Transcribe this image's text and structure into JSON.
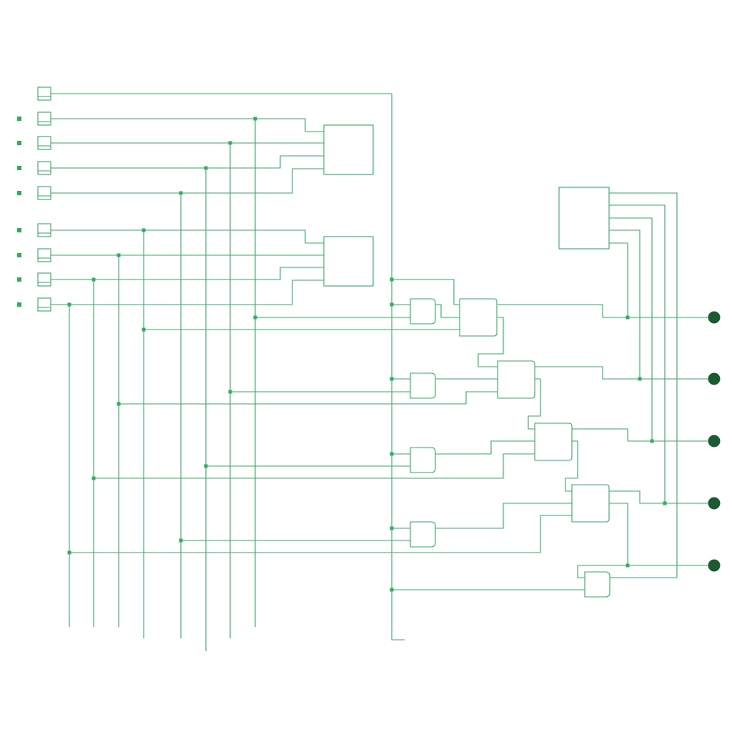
{
  "colors": {
    "wire": "#2fae5f",
    "junction": "#2fae5f",
    "output_led": "#1a5c30",
    "background": "#ffffff"
  },
  "icons": {
    "input_pin": "input-pin-icon",
    "output_led": "led-output-icon",
    "junction": "junction-dot-icon"
  },
  "circuit": {
    "input_pin_count": 9,
    "output_count": 5,
    "and_gate_count": 5,
    "adder_block_count": 4,
    "component_block_count": 3
  }
}
